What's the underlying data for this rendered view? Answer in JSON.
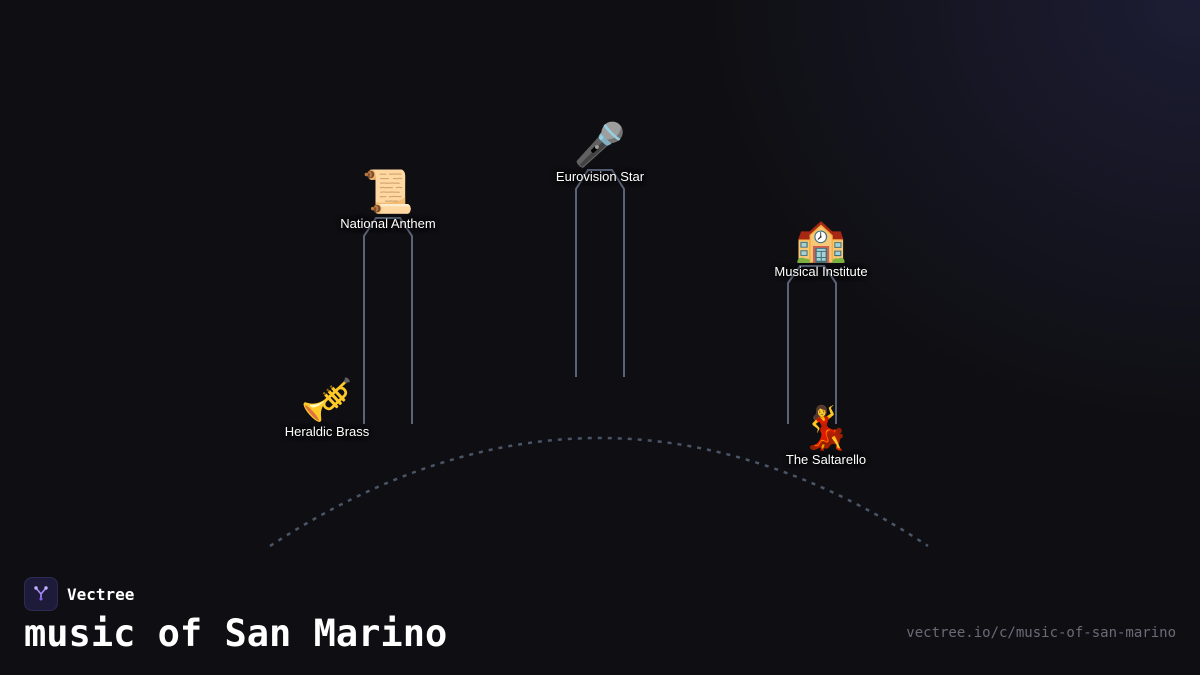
{
  "diagram": {
    "nodes": [
      {
        "id": "national-anthem",
        "emoji": "📜",
        "label": "National Anthem"
      },
      {
        "id": "eurovision-star",
        "emoji": "🎤",
        "label": "Eurovision Star"
      },
      {
        "id": "musical-institute",
        "emoji": "🏫",
        "label": "Musical Institute"
      },
      {
        "id": "heraldic-brass",
        "emoji": "🎺",
        "label": "Heraldic Brass"
      },
      {
        "id": "the-saltarello",
        "emoji": "💃",
        "label": "The Saltarello"
      }
    ]
  },
  "brand": {
    "name": "Vectree",
    "logo_icon": "vectree-tree-icon",
    "accent": "#8b5cf6"
  },
  "title": "music of San Marino",
  "url": "vectree.io/c/music-of-san-marino"
}
